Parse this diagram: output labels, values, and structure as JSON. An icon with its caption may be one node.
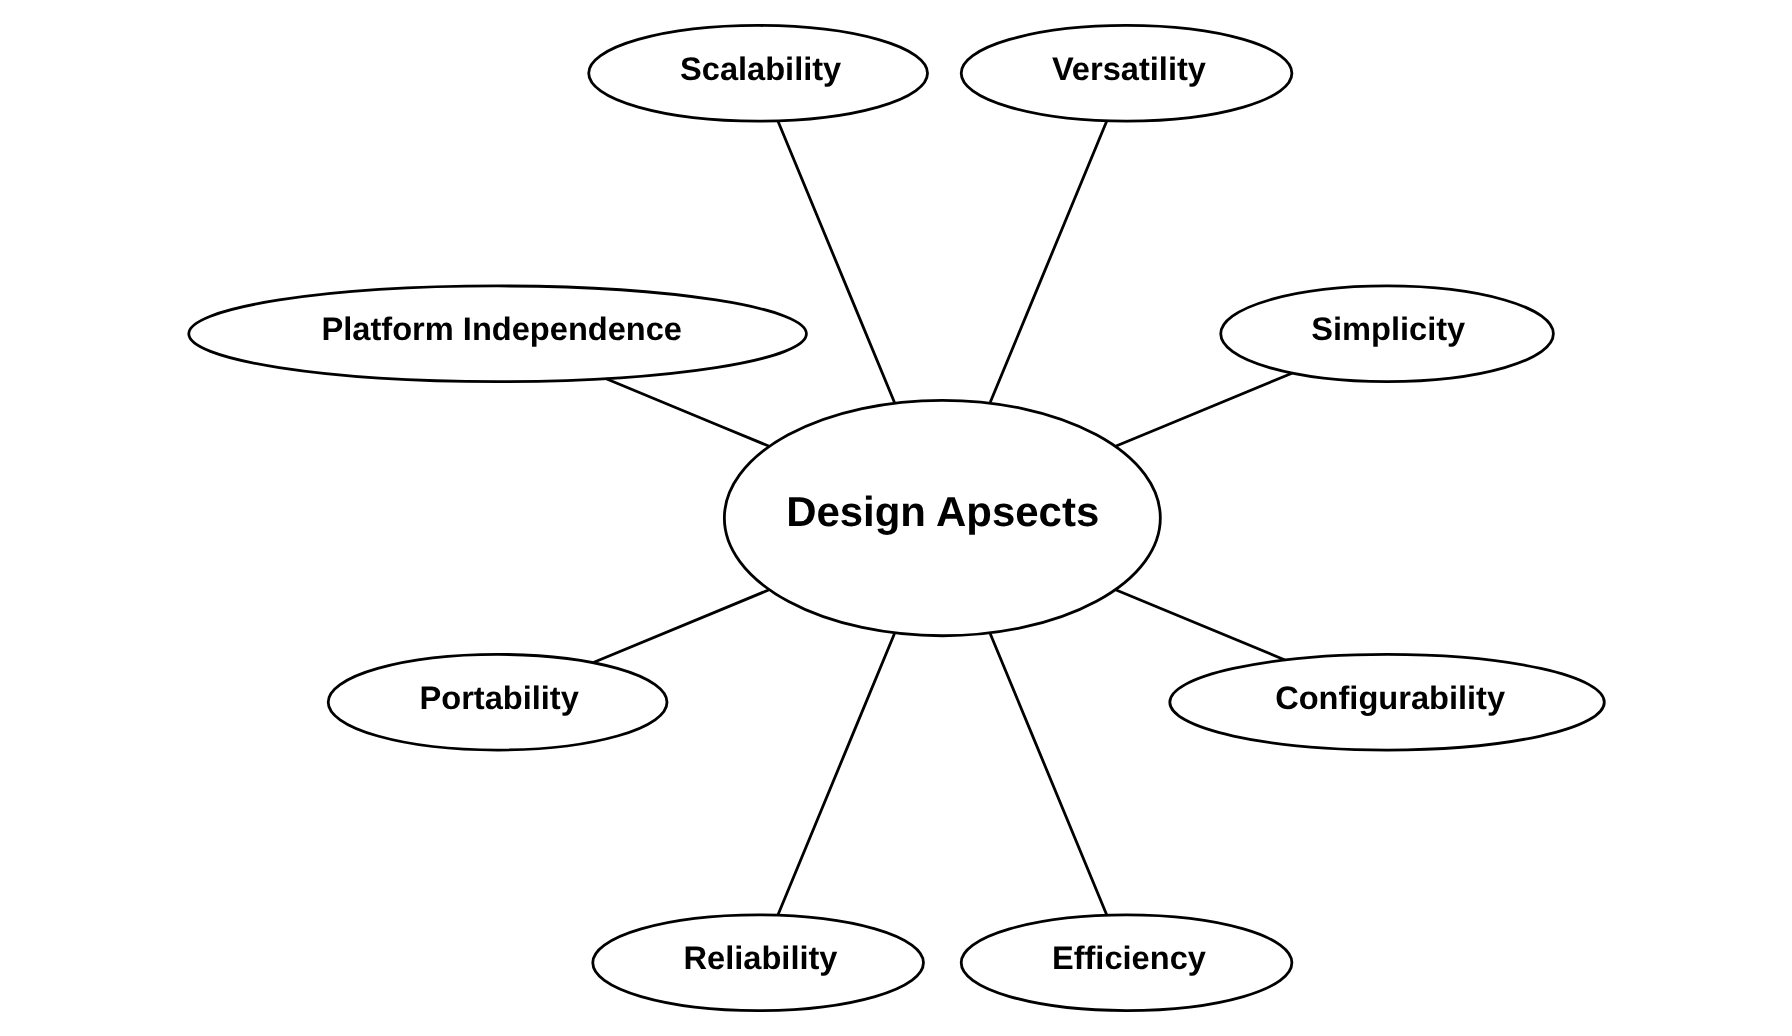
{
  "diagram": {
    "nodes": [
      {
        "text": [
          "Simplicity"
        ]
      },
      {
        "text": [
          "Versatility"
        ]
      },
      {
        "text": [
          "Scalability"
        ]
      },
      {
        "text": [
          "Platform Independence"
        ]
      },
      {
        "text": [
          "Design Apsects"
        ]
      },
      {
        "text": [
          "Portability"
        ]
      },
      {
        "text": [
          "Reliability"
        ]
      },
      {
        "text": [
          "Efficiency"
        ]
      },
      {
        "text": [
          "Configurability"
        ]
      }
    ],
    "edges": [
      {
        "from": 4,
        "to": 0,
        "arrow": "none"
      },
      {
        "from": 4,
        "to": 2,
        "arrow": "none"
      },
      {
        "from": 4,
        "to": 5,
        "arrow": "none"
      },
      {
        "from": 4,
        "to": 7,
        "arrow": "none"
      },
      {
        "from": 4,
        "to": 8,
        "arrow": "none"
      },
      {
        "from": 4,
        "to": 6,
        "arrow": "none"
      },
      {
        "from": 4,
        "to": 3,
        "arrow": "none"
      },
      {
        "from": 4,
        "to": 1,
        "arrow": "none"
      }
    ]
  }
}
